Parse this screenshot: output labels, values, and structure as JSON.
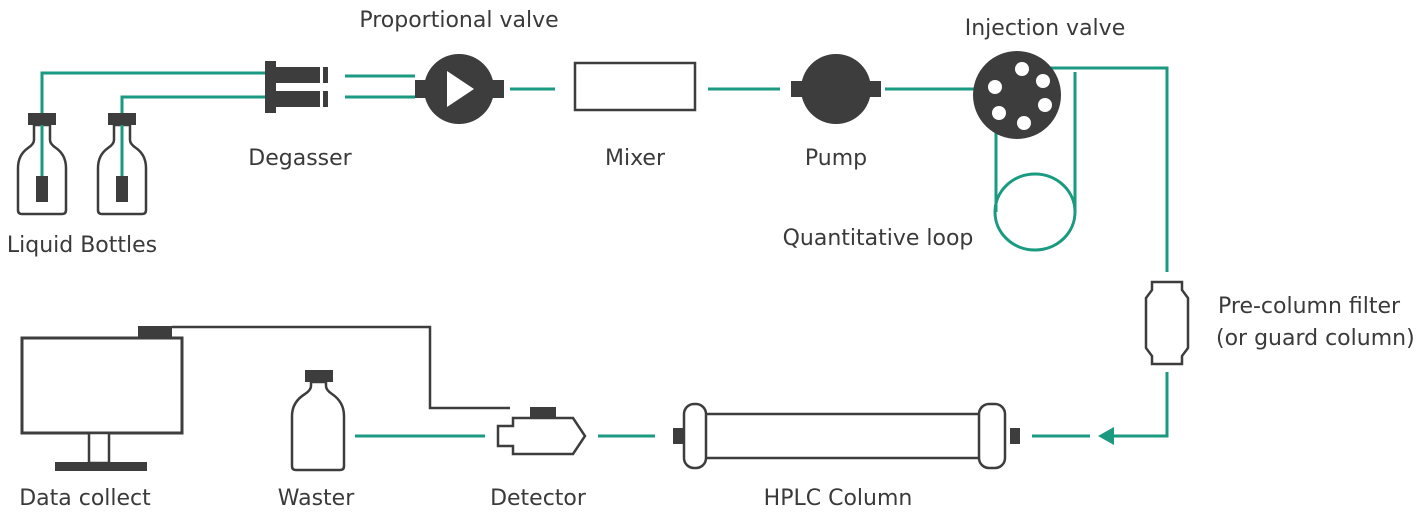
{
  "labels": {
    "liquid_bottles": "Liquid Bottles",
    "degasser": "Degasser",
    "proportional_valve": "Proportional valve",
    "mixer": "Mixer",
    "pump": "Pump",
    "injection_valve": "Injection valve",
    "quantitative_loop": "Quantitative loop",
    "pre_column_filter_line1": "Pre-column filter",
    "pre_column_filter_line2": "(or guard column)",
    "hplc_column": "HPLC Column",
    "detector": "Detector",
    "waster": "Waster",
    "data_collect": "Data collect"
  },
  "colors": {
    "flow_line": "#1a9a80",
    "component": "#3d3d3d",
    "signal_line": "#3d3d3d",
    "label_text": "#3a3a3a"
  }
}
